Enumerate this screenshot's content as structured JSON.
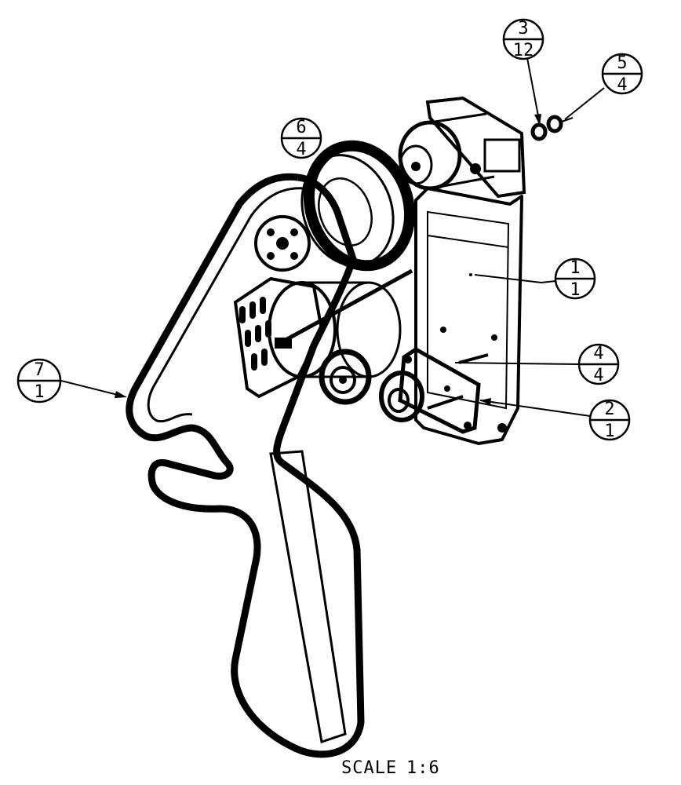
{
  "callouts": [
    {
      "id": "1",
      "item": "1",
      "qty": "1"
    },
    {
      "id": "2",
      "item": "2",
      "qty": "1"
    },
    {
      "id": "3",
      "item": "3",
      "qty": "12"
    },
    {
      "id": "4",
      "item": "4",
      "qty": "4"
    },
    {
      "id": "5",
      "item": "5",
      "qty": "4"
    },
    {
      "id": "6",
      "item": "6",
      "qty": "4"
    },
    {
      "id": "7",
      "item": "7",
      "qty": "1"
    }
  ],
  "scale": {
    "label": "SCALE",
    "value": "1:6"
  },
  "colors": {
    "ink": "#000000",
    "paper": "#ffffff"
  }
}
